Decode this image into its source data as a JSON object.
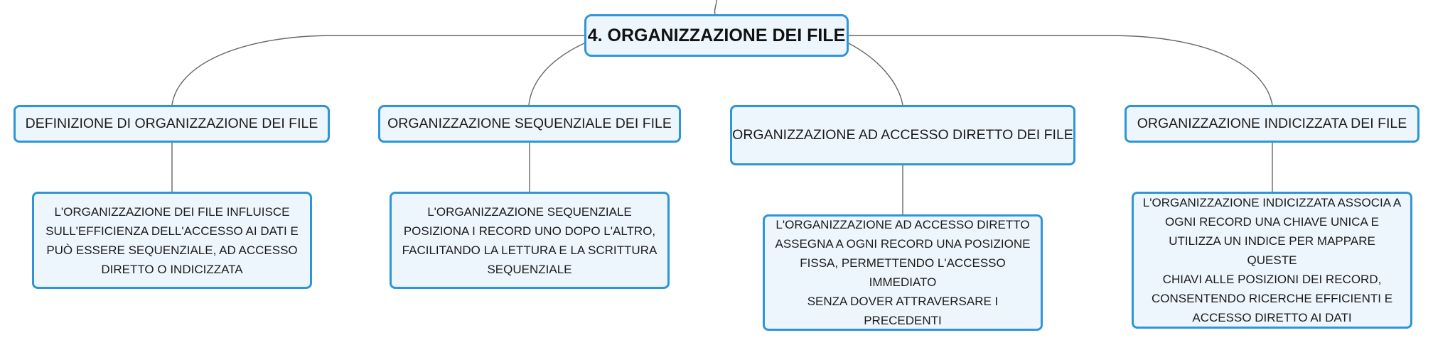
{
  "diagram": {
    "root": {
      "label": "4. ORGANIZZAZIONE DEI FILE"
    },
    "topics": [
      {
        "label": "DEFINIZIONE DI ORGANIZZAZIONE DEI FILE",
        "detail_lines": [
          "L'ORGANIZZAZIONE DEI FILE INFLUISCE",
          "SULL'EFFICIENZA DELL'ACCESSO AI DATI E",
          "PUÒ ESSERE SEQUENZIALE, AD ACCESSO",
          "DIRETTO O INDICIZZATA"
        ]
      },
      {
        "label": "ORGANIZZAZIONE SEQUENZIALE DEI FILE",
        "detail_lines": [
          "L'ORGANIZZAZIONE SEQUENZIALE",
          "POSIZIONA I RECORD UNO DOPO L'ALTRO,",
          "FACILITANDO LA LETTURA E LA SCRITTURA",
          "SEQUENZIALE"
        ]
      },
      {
        "label": "ORGANIZZAZIONE AD ACCESSO DIRETTO DEI FILE",
        "detail_lines": [
          "L'ORGANIZZAZIONE AD ACCESSO DIRETTO",
          "ASSEGNA A OGNI RECORD UNA POSIZIONE",
          "FISSA, PERMETTENDO L'ACCESSO IMMEDIATO",
          "SENZA DOVER ATTRAVERSARE I PRECEDENTI"
        ]
      },
      {
        "label": "ORGANIZZAZIONE INDICIZZATA DEI FILE",
        "detail_lines": [
          "L'ORGANIZZAZIONE INDICIZZATA ASSOCIA A",
          "OGNI RECORD UNA CHIAVE UNICA E",
          "UTILIZZA UN INDICE PER MAPPARE QUESTE",
          "CHIAVI ALLE POSIZIONI DEI RECORD,",
          "CONSENTENDO RICERCHE EFFICIENTI E",
          "ACCESSO DIRETTO AI DATI"
        ]
      }
    ]
  },
  "colors": {
    "node_border": "#2e96d8",
    "node_fill": "#eef6fd",
    "connector": "#666666",
    "text": "#1b1b1b"
  }
}
